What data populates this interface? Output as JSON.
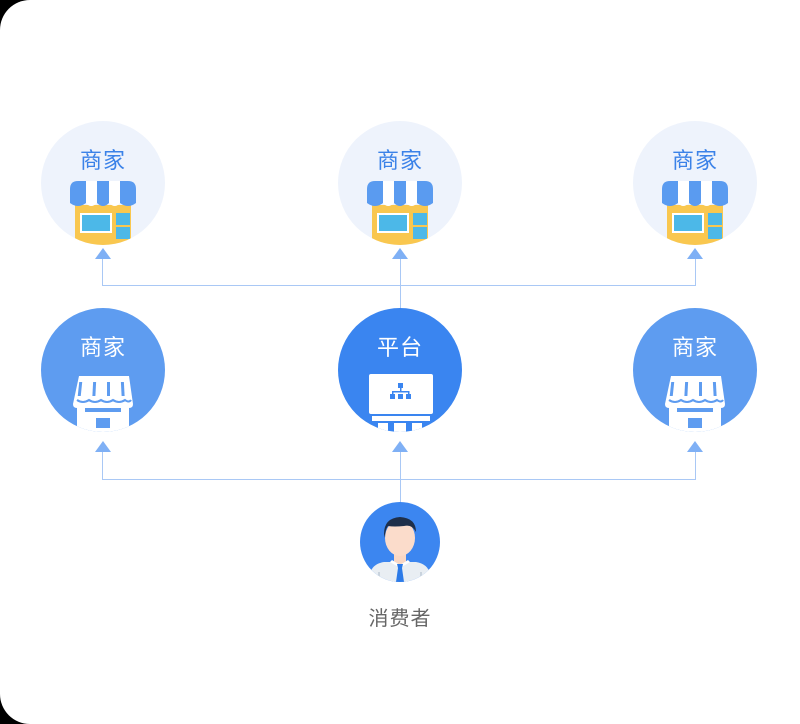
{
  "diagram": {
    "top_row": [
      {
        "label": "商家",
        "icon": "storefront-color-icon"
      },
      {
        "label": "商家",
        "icon": "storefront-color-icon"
      },
      {
        "label": "商家",
        "icon": "storefront-color-icon"
      }
    ],
    "middle_row": [
      {
        "label": "商家",
        "icon": "storefront-outline-icon"
      },
      {
        "label": "平台",
        "icon": "monitor-org-chart-icon"
      },
      {
        "label": "商家",
        "icon": "storefront-outline-icon"
      }
    ],
    "consumer": {
      "label": "消费者",
      "icon": "businessman-avatar-icon"
    },
    "colors": {
      "light_node_bg": "#EEF3FC",
      "light_node_text": "#3B82E8",
      "merchant_node_bg": "#5E9CF0",
      "platform_node_bg": "#3A85F0",
      "connector": "#A9C8F5",
      "arrow": "#7FB0F5",
      "consumer_label": "#666666"
    }
  }
}
